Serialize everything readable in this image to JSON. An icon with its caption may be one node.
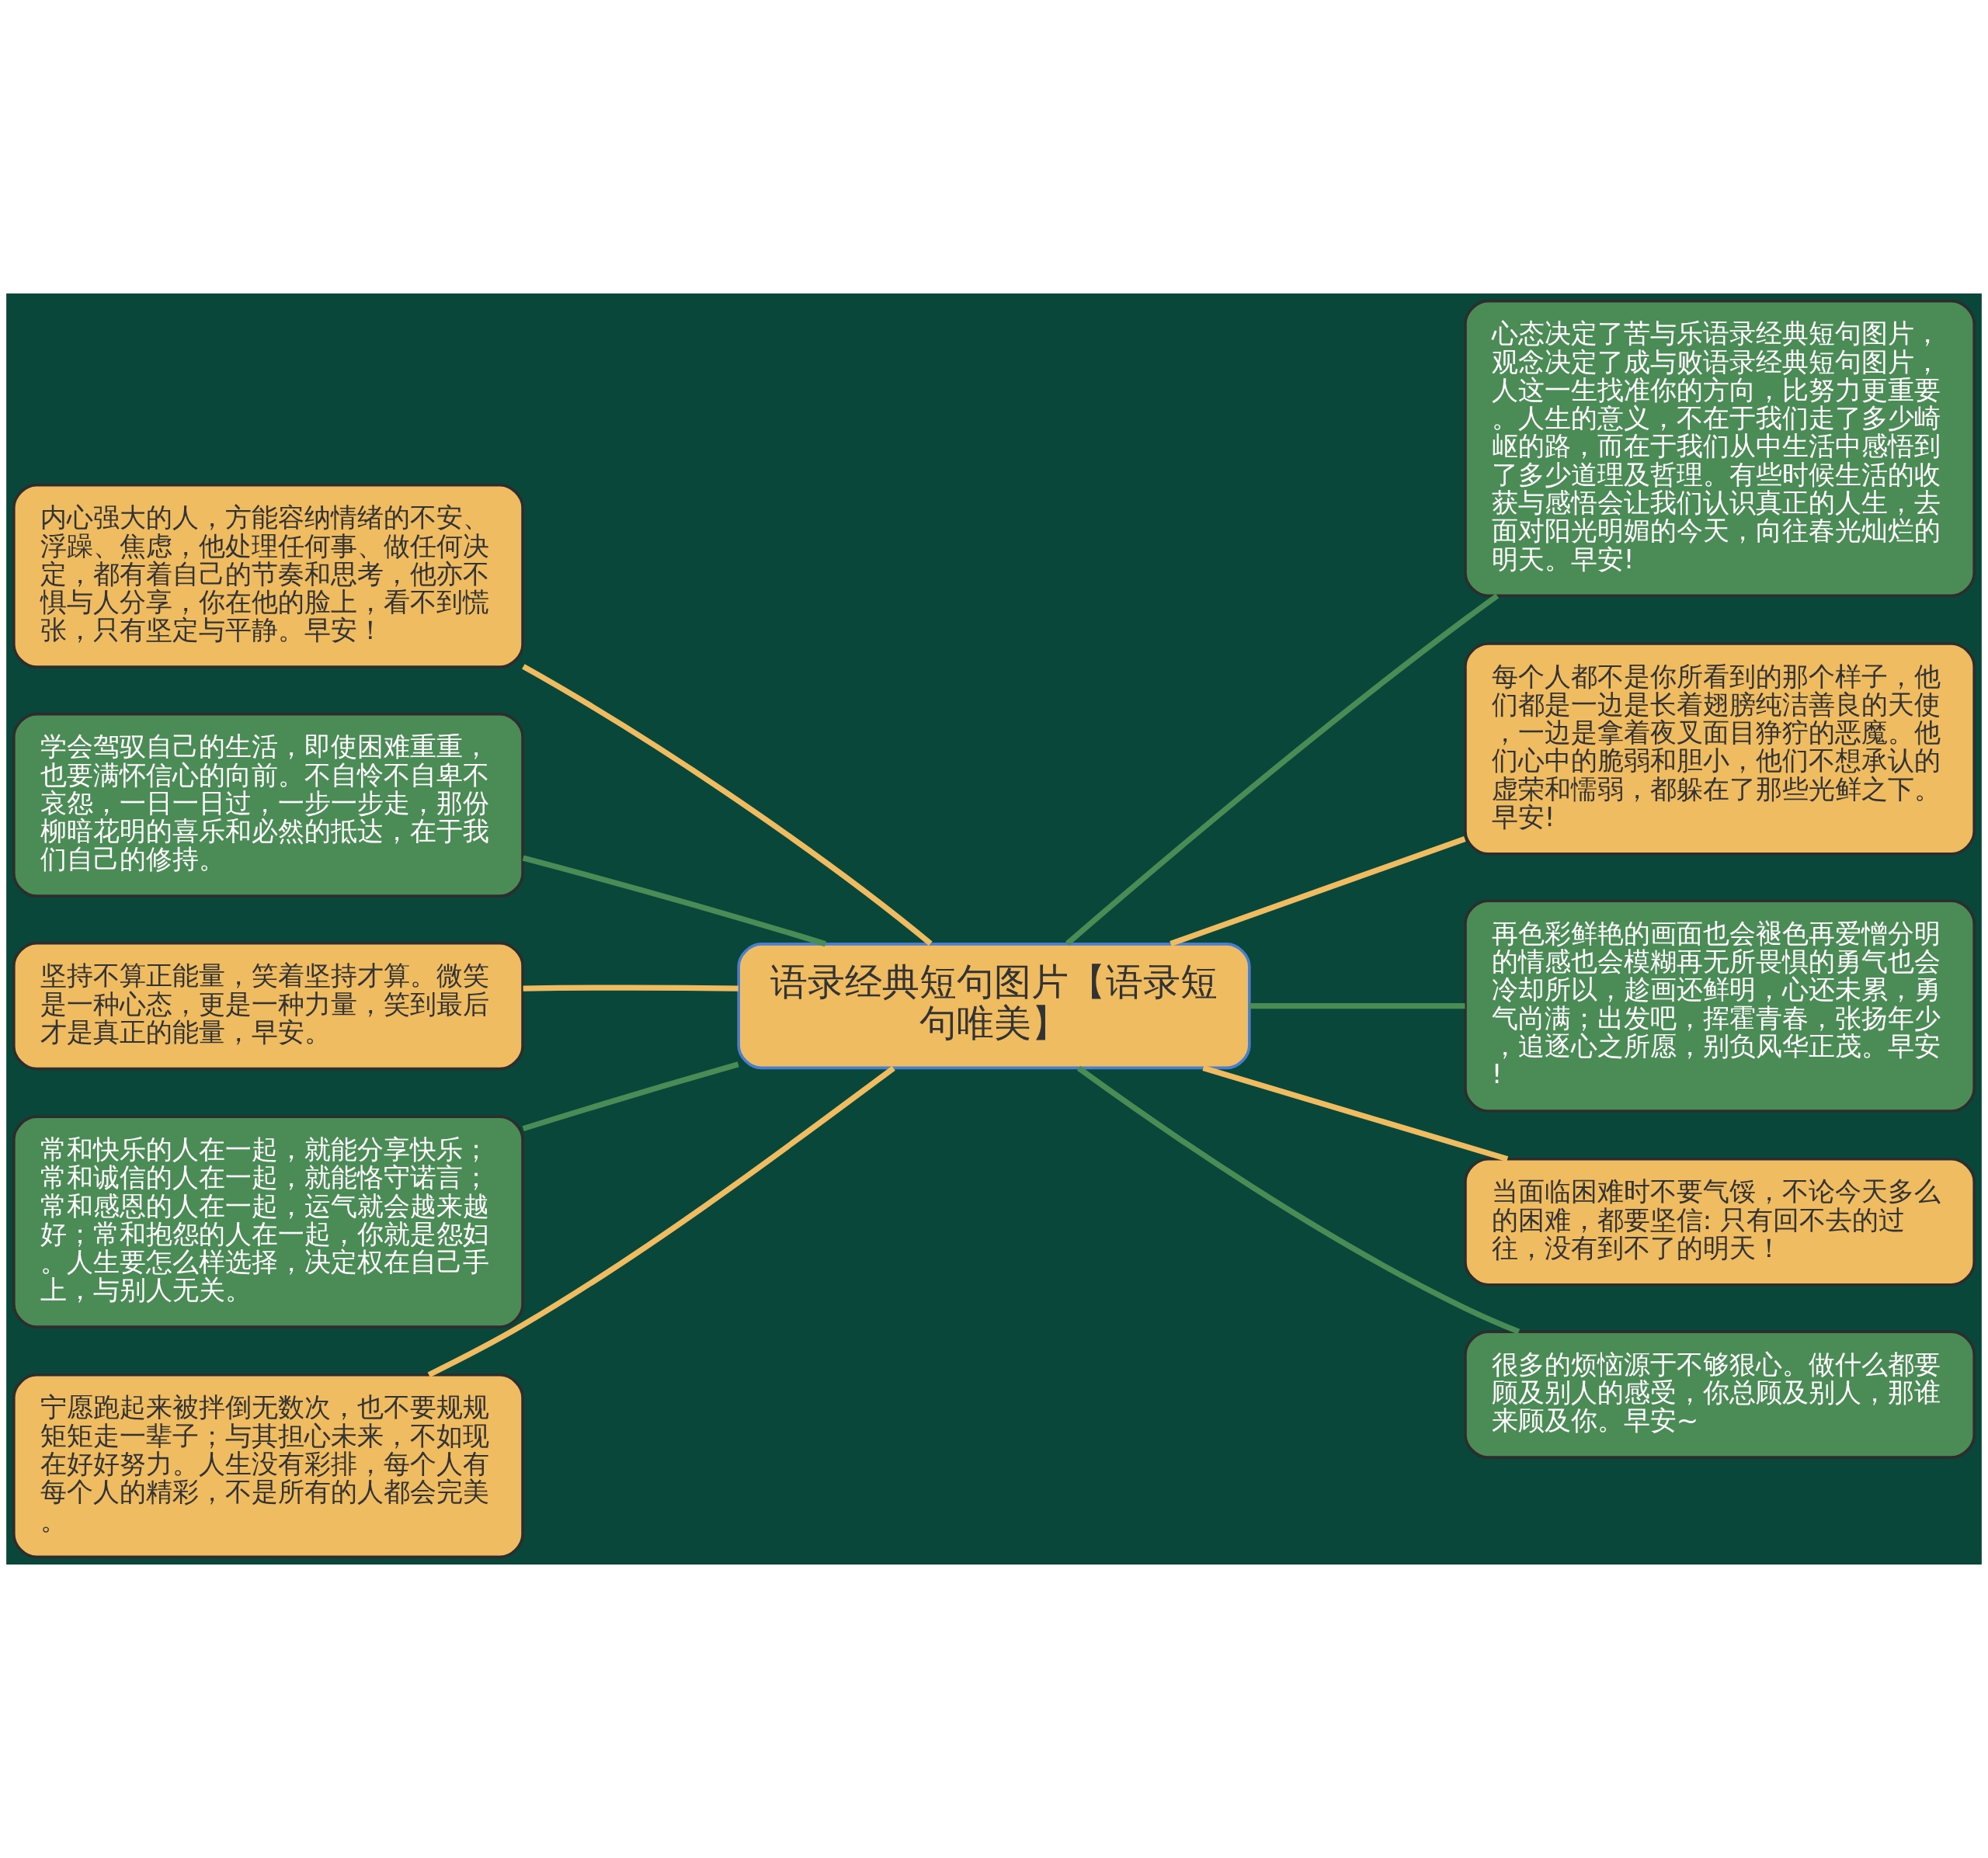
{
  "diagram": {
    "nodes": [
      {
        "text": [
          "语录经典短句图片【语录短句唯美】"
        ]
      },
      {
        "text": [
          "内心强大的人，方能容纳情绪的不安、浮躁、焦虑，他处理任何事、做任何决定，都有着自己的节奏和思考，他亦不惧与人分享，你在他的脸上，看不到慌张，只有坚定与平静。早安！"
        ]
      },
      {
        "text": [
          "学会驾驭自己的生活，即使困难重重，也要满怀信心的向前。不自怜不自卑不哀怨，一日一日过，一步一步走，那份柳暗花明的喜乐和必然的抵达，在于我们自己的修持。"
        ]
      },
      {
        "text": [
          "坚持不算正能量，笑着坚持才算。微笑是一种心态，更是一种力量，笑到最后才是真正的能量，早安。"
        ]
      },
      {
        "text": [
          "常和快乐的人在一起，就能分享快乐；常和诚信的人在一起，就能恪守诺言；常和感恩的人在一起，运气就会越来越好；常和抱怨的人在一起，你就是怨妇。人生要怎么样选择，决定权在自己手上，与别人无关。"
        ]
      },
      {
        "text": [
          "宁愿跑起来被拌倒无数次，也不要规规矩矩走一辈子；与其担心未来，不如现在好好努力。人生没有彩排，每个人有每个人的精彩，不是所有的人都会完美。"
        ]
      },
      {
        "text": [
          "心态决定了苦与乐语录经典短句图片，观念决定了成与败语录经典短句图片，人这一生找准你的方向，比努力更重要。人生的意义，不在于我们走了多少崎岖的路，而在于我们从中生活中感悟到了多少道理及哲理。有些时候生活的收获与感悟会让我们认识真正的人生，去面对阳光明媚的今天，向往春光灿烂的明天。早安!"
        ]
      },
      {
        "text": [
          "每个人都不是你所看到的那个样子，他们都是一边是长着翅膀纯洁善良的天使，一边是拿着夜叉面目狰狞的恶魔。他们心中的脆弱和胆小，他们不想承认的虚荣和懦弱，都躲在了那些光鲜之下。早安!"
        ]
      },
      {
        "text": [
          "再色彩鲜艳的画面也会褪色再爱憎分明的情感也会模糊再无所畏惧的勇气也会冷却所以，趁画还鲜明，心还未累，勇气尚满；出发吧，挥霍青春，张扬年少，追逐心之所愿，别负风华正茂。早安!"
        ]
      },
      {
        "text": [
          "当面临困难时不要气馁，不论今天多么的困难，都要坚信: 只有回不去的过往，没有到不了的明天！"
        ]
      },
      {
        "text": [
          "很多的烦恼源于不够狠心。做什么都要顾及别人的感受，你总顾及别人，那谁来顾及你。早安~"
        ]
      }
    ],
    "edges": [
      {
        "from": 0,
        "to": 1,
        "arrow": "none"
      },
      {
        "from": 0,
        "to": 2,
        "arrow": "none",
        "color": "#4a8c56"
      },
      {
        "from": 0,
        "to": 3,
        "arrow": "none"
      },
      {
        "from": 0,
        "to": 4,
        "arrow": "none",
        "color": "#4a8c56"
      },
      {
        "from": 0,
        "to": 5,
        "arrow": "none"
      },
      {
        "from": 0,
        "to": 6,
        "arrow": "none",
        "color": "#4a8c56"
      },
      {
        "from": 0,
        "to": 7,
        "arrow": "none"
      },
      {
        "from": 0,
        "to": 8,
        "arrow": "none",
        "color": "#4a8c56"
      },
      {
        "from": 0,
        "to": 9,
        "arrow": "none"
      },
      {
        "from": 0,
        "to": 10,
        "arrow": "none",
        "color": "#4a8c56"
      }
    ]
  }
}
